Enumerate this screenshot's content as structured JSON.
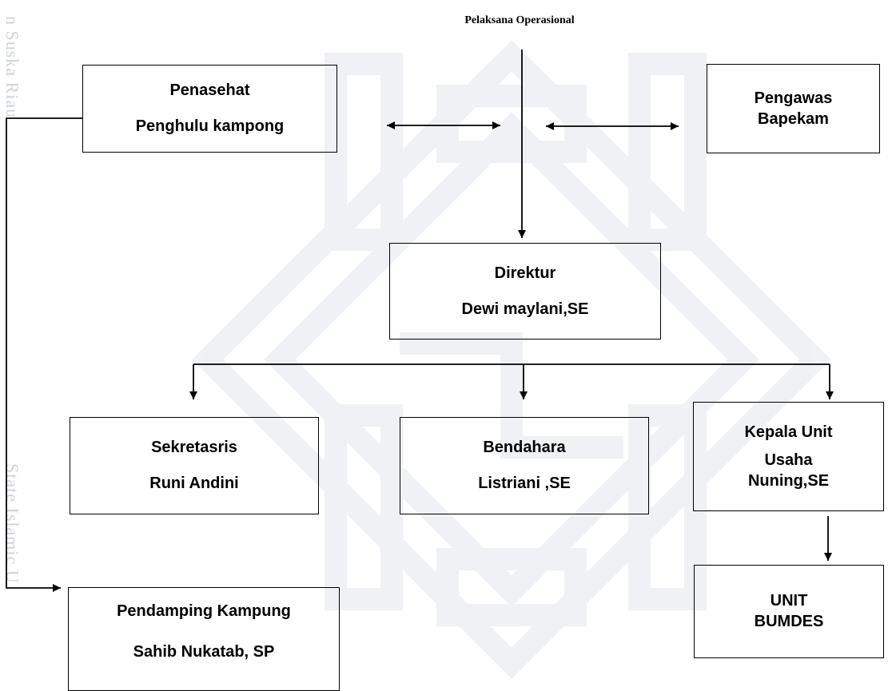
{
  "header": "Pelaksana Operasional",
  "watermark": {
    "side_text_1": "n Suska Riau",
    "side_text_2": "State Islamic U"
  },
  "nodes": {
    "penasehat": {
      "role": "Penasehat",
      "name": "Penghulu kampong"
    },
    "pengawas": {
      "role": "Pengawas",
      "name": "Bapekam"
    },
    "direktur": {
      "role": "Direktur",
      "name": "Dewi maylani,SE"
    },
    "sekretaris": {
      "role": "Sekretasris",
      "name": "Runi Andini"
    },
    "bendahara": {
      "role": "Bendahara",
      "name": "Listriani ,SE"
    },
    "kepala_unit": {
      "role_line1": "Kepala Unit",
      "role_line2": "Usaha",
      "name": "Nuning,SE"
    },
    "unit_bumdes": {
      "line1": "UNIT",
      "line2": "BUMDES"
    },
    "pendamping": {
      "role": "Pendamping Kampung",
      "name": "Sahib Nukatab, SP"
    }
  },
  "colors": {
    "line": "#000000",
    "watermark": "#dfe3e8"
  }
}
